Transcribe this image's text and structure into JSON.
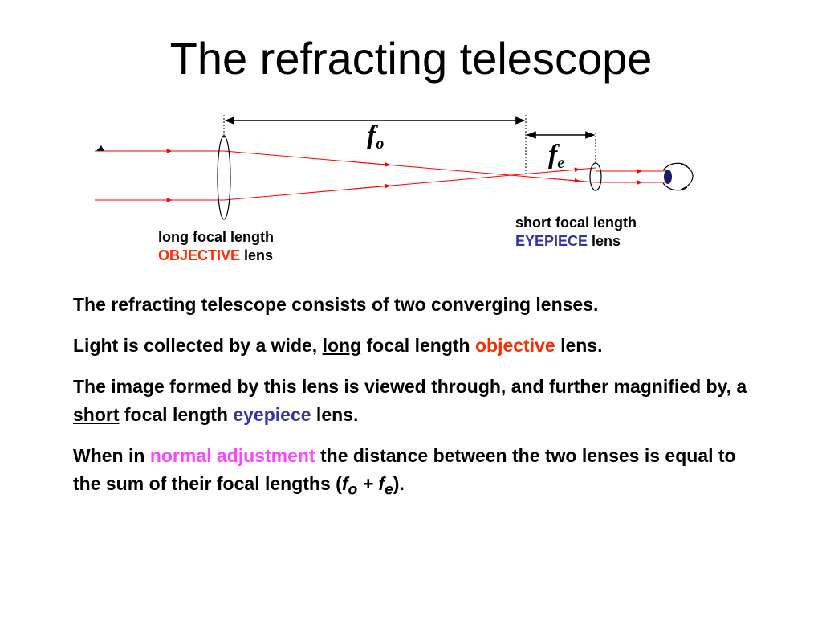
{
  "title": "The refracting telescope",
  "diagram": {
    "focal_objective": {
      "symbol": "f",
      "subscript": "o"
    },
    "focal_eyepiece": {
      "symbol": "f",
      "subscript": "e"
    },
    "objective_label": {
      "line1": "long focal length",
      "highlight": "OBJECTIVE",
      "suffix": " lens"
    },
    "eyepiece_label": {
      "line1": "short focal length",
      "highlight": "EYEPIECE",
      "suffix": " lens"
    },
    "colors": {
      "ray": "#ff0000",
      "objective_text": "#ff2a00",
      "eyepiece_text": "#3333aa",
      "lens_outline": "#000000",
      "eye_pupil": "#1a1a66"
    }
  },
  "paragraphs": {
    "p1": "The refracting telescope consists of two converging lenses.",
    "p2": {
      "pre": "Light is collected by a wide, ",
      "underlined": "long",
      "mid": " focal length ",
      "highlight": "objective",
      "post": " lens."
    },
    "p3": {
      "pre": "The image formed by this lens is viewed through, and further magnified by, a ",
      "underlined": "short",
      "mid": " focal length ",
      "highlight": "eyepiece",
      "post": " lens."
    },
    "p4": {
      "pre": "When in ",
      "highlight": "normal adjustment",
      "mid": " the distance between the two lenses is equal to the sum of their focal lengths (",
      "f1": "f",
      "sub1": "o",
      "plus": " + ",
      "f2": "f",
      "sub2": "e",
      "post": ")."
    },
    "colors": {
      "objective": "#ff2a00",
      "eyepiece": "#3333aa",
      "normal_adjustment": "#ff44ff"
    }
  }
}
